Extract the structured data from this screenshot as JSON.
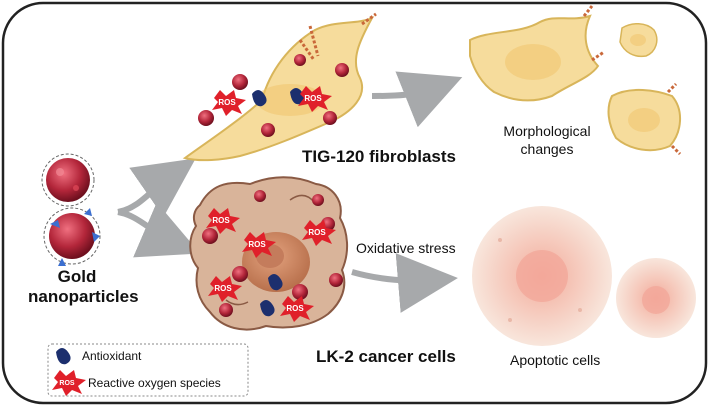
{
  "labels": {
    "gold_nanoparticles_line1": "Gold",
    "gold_nanoparticles_line2": "nanoparticles",
    "fibroblasts": "TIG-120 fibroblasts",
    "cancer_cells": "LK-2 cancer cells",
    "oxidative_stress": "Oxidative stress",
    "morphological_line1": "Morphological",
    "morphological_line2": "changes",
    "apoptotic": "Apoptotic cells",
    "ros_tag": "ROS"
  },
  "legend": {
    "antioxidant": "Antioxidant",
    "ros_label": "Reactive oxygen species",
    "ros_icon_text": "ROS"
  },
  "colors": {
    "frame": "#222222",
    "fibroblast_fill": "#f6dc9c",
    "fibroblast_stroke": "#d8b55a",
    "cancer_fill": "#d9b49a",
    "cancer_stroke": "#8a5a44",
    "nucleus": "#c47c5c",
    "gold_np": "#b3263a",
    "ros_red": "#e0202a",
    "antioxidant_blue": "#1c2f6e",
    "apoptotic_outer": "#f6dfd2",
    "apoptotic_inner": "#f2b3a6",
    "arrow_gray": "#a7a9ab"
  }
}
